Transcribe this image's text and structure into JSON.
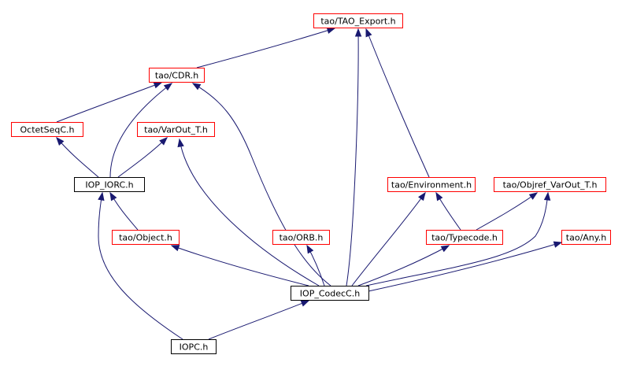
{
  "diagram": {
    "colors": {
      "edge": "#191970",
      "border_default": "#ff0000",
      "border_documented": "#000000",
      "selected_fill": "#000000",
      "selected_text": "#ffffff"
    },
    "nodes": [
      {
        "id": "tao-export",
        "label": "tao/TAO_Export.h",
        "style": "default"
      },
      {
        "id": "tao-cdr",
        "label": "tao/CDR.h",
        "style": "default"
      },
      {
        "id": "octetseqc",
        "label": "OctetSeqC.h",
        "style": "default"
      },
      {
        "id": "tao-varout",
        "label": "tao/VarOut_T.h",
        "style": "default"
      },
      {
        "id": "iop-iorc",
        "label": "IOP_IORC.h",
        "style": "documented"
      },
      {
        "id": "tao-environment",
        "label": "tao/Environment.h",
        "style": "default"
      },
      {
        "id": "tao-objref-varout",
        "label": "tao/Objref_VarOut_T.h",
        "style": "default"
      },
      {
        "id": "tao-object",
        "label": "tao/Object.h",
        "style": "default"
      },
      {
        "id": "tao-orb",
        "label": "tao/ORB.h",
        "style": "default"
      },
      {
        "id": "tao-typecode",
        "label": "tao/Typecode.h",
        "style": "default"
      },
      {
        "id": "tao-any",
        "label": "tao/Any.h",
        "style": "default"
      },
      {
        "id": "iop-codecc",
        "label": "IOP_CodecC.h",
        "style": "documented"
      },
      {
        "id": "iopc",
        "label": "IOPC.h",
        "style": "selected"
      }
    ],
    "edges": [
      {
        "from": "tao-cdr",
        "to": "tao-export"
      },
      {
        "from": "octetseqc",
        "to": "tao-cdr"
      },
      {
        "from": "iop-iorc",
        "to": "octetseqc"
      },
      {
        "from": "iop-iorc",
        "to": "tao-cdr"
      },
      {
        "from": "iop-iorc",
        "to": "tao-varout"
      },
      {
        "from": "tao-object",
        "to": "iop-iorc"
      },
      {
        "from": "iopc",
        "to": "iop-iorc"
      },
      {
        "from": "iopc",
        "to": "iop-codecc"
      },
      {
        "from": "iop-codecc",
        "to": "tao-object"
      },
      {
        "from": "iop-codecc",
        "to": "tao-varout"
      },
      {
        "from": "iop-codecc",
        "to": "tao-cdr"
      },
      {
        "from": "iop-codecc",
        "to": "tao-orb"
      },
      {
        "from": "iop-codecc",
        "to": "tao-export"
      },
      {
        "from": "iop-codecc",
        "to": "tao-environment"
      },
      {
        "from": "iop-codecc",
        "to": "tao-typecode"
      },
      {
        "from": "iop-codecc",
        "to": "tao-objref-varout"
      },
      {
        "from": "iop-codecc",
        "to": "tao-any"
      },
      {
        "from": "tao-typecode",
        "to": "tao-environment"
      },
      {
        "from": "tao-typecode",
        "to": "tao-objref-varout"
      },
      {
        "from": "tao-environment",
        "to": "tao-export"
      }
    ]
  }
}
